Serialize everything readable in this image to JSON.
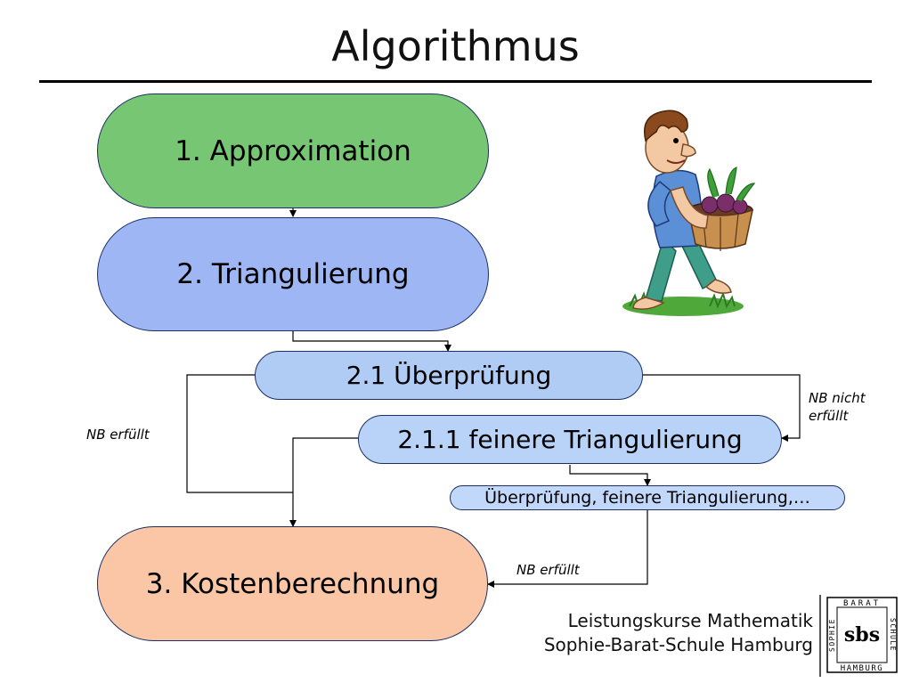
{
  "title": "Algorithmus",
  "steps": {
    "approx": {
      "label": "1. Approximation",
      "color": "#77c673"
    },
    "triang": {
      "label": "2. Triangulierung",
      "color": "#9fb6f5"
    },
    "check": {
      "label": "2.1 Überprüfung",
      "color": "#b0ccf5"
    },
    "finer": {
      "label": "2.1.1 feinere Triangulierung",
      "color": "#b8d2f8"
    },
    "repeat": {
      "label": "Überprüfung, feinere Triangulierung,…",
      "color": "#c2d8fa"
    },
    "costs": {
      "label": "3. Kostenberechnung",
      "color": "#fac6a6"
    }
  },
  "edge_labels": {
    "nb_fulfilled_left": "NB erfüllt",
    "nb_not_fulfilled": "NB nicht erfüllt",
    "nb_fulfilled_bottom": "NB erfüllt"
  },
  "footer": {
    "line1": "Leistungskurse Mathematik",
    "line2": "Sophie-Barat-Schule Hamburg"
  },
  "logo": {
    "top": "BARAT",
    "bottom": "HAMBURG",
    "left": "SOPHIE",
    "right": "SCHULE",
    "center": "sbs"
  }
}
